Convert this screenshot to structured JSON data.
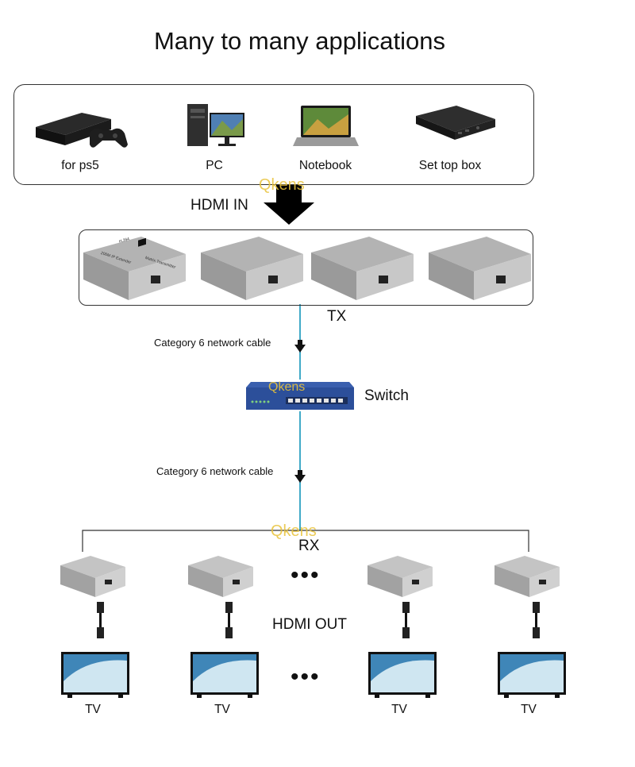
{
  "title": "Many to many  applications",
  "sources": [
    {
      "label": "for ps5",
      "icon": "ps5-console-icon"
    },
    {
      "label": "PC",
      "icon": "pc-tower-icon"
    },
    {
      "label": "Notebook",
      "icon": "notebook-icon"
    },
    {
      "label": "Set top box",
      "icon": "set-top-box-icon"
    }
  ],
  "hdmi_in": "HDMI IN",
  "watermark": "Qkens",
  "transmitter": {
    "brand": "HDMI",
    "codec": "H.264",
    "model": "200M IP Extender",
    "role": "Matrix Transmitter"
  },
  "tx_label": "TX",
  "cable_label_1": "Category 6 network cable",
  "switch_label": "Switch",
  "switch_brand": "Qkens",
  "cable_label_2": "Category 6 network cable",
  "rx_label": "RX",
  "hdmi_out": "HDMI OUT",
  "ellipsis": "•••",
  "tv_labels": [
    "TV",
    "TV",
    "TV",
    "TV"
  ],
  "colors": {
    "cable": "#41aac8",
    "switch_blue": "#2c4f9a",
    "watermark": "#e8c23a"
  }
}
